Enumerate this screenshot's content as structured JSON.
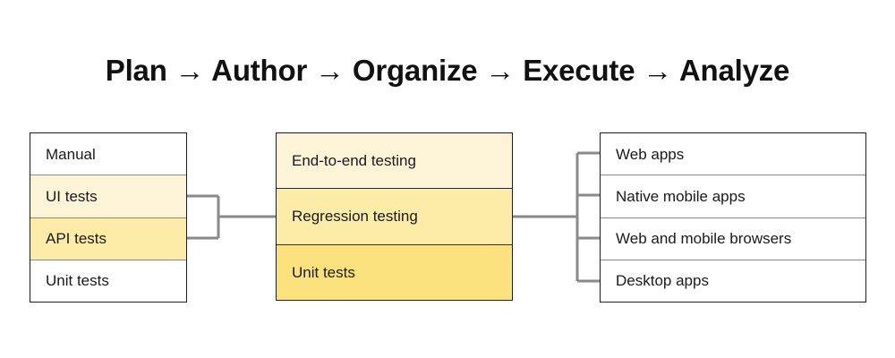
{
  "title": "Plan → Author → Organize → Execute → Analyze",
  "colors": {
    "yellow_light": "#FDF3D7",
    "yellow_medium": "#FDECA8",
    "yellow_dark": "#FBE27E",
    "white": "#FFFFFF",
    "box_border": "#1D1D1D",
    "row_divider": "#8A8A8A",
    "connector": "#8A8A8A",
    "text": "#1A1A1A"
  },
  "columns": {
    "left": {
      "name": "test-types",
      "rows": [
        {
          "label": "Manual",
          "fill": "#FFFFFF"
        },
        {
          "label": "UI tests",
          "fill": "#FDF3D7"
        },
        {
          "label": "API tests",
          "fill": "#FDECA8"
        },
        {
          "label": "Unit tests",
          "fill": "#FFFFFF"
        }
      ]
    },
    "middle": {
      "name": "test-levels",
      "rows": [
        {
          "label": "End-to-end testing",
          "fill": "#FDF3D7"
        },
        {
          "label": "Regression testing",
          "fill": "#FDECA8"
        },
        {
          "label": "Unit tests",
          "fill": "#FBE27E"
        }
      ]
    },
    "right": {
      "name": "target-platforms",
      "rows": [
        {
          "label": "Web apps",
          "fill": "#FFFFFF"
        },
        {
          "label": "Native mobile apps",
          "fill": "#FFFFFF"
        },
        {
          "label": "Web and mobile browsers",
          "fill": "#FFFFFF"
        },
        {
          "label": "Desktop apps",
          "fill": "#FFFFFF"
        }
      ]
    }
  },
  "connectors": {
    "left_bracket_sources": [
      "UI tests",
      "API tests"
    ],
    "left_bracket_target": "Regression testing",
    "right_bracket_source": "Regression testing",
    "right_bracket_targets": [
      "Web apps",
      "Native mobile apps",
      "Web and mobile browsers",
      "Desktop apps"
    ]
  }
}
